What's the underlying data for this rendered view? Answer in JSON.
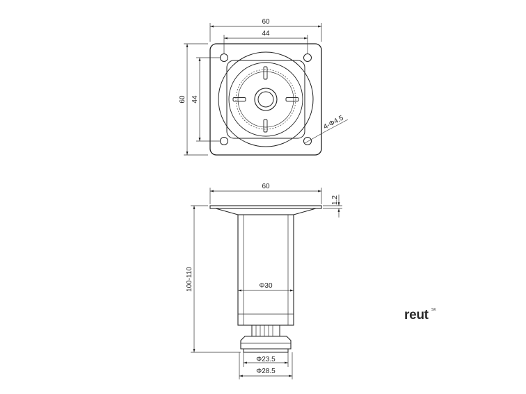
{
  "top_view": {
    "width_outer": "60",
    "width_holes": "44",
    "height_outer": "60",
    "height_holes": "44",
    "hole_callout": "4-Φ4.5"
  },
  "side_view": {
    "plate_width": "60",
    "plate_thickness": "1.2",
    "height": "100-110",
    "tube_diameter": "Φ30",
    "foot_inner_diameter": "Φ23.5",
    "foot_outer_diameter": "Φ28.5"
  },
  "brand": {
    "name": "reut",
    "superscript": "SK"
  }
}
